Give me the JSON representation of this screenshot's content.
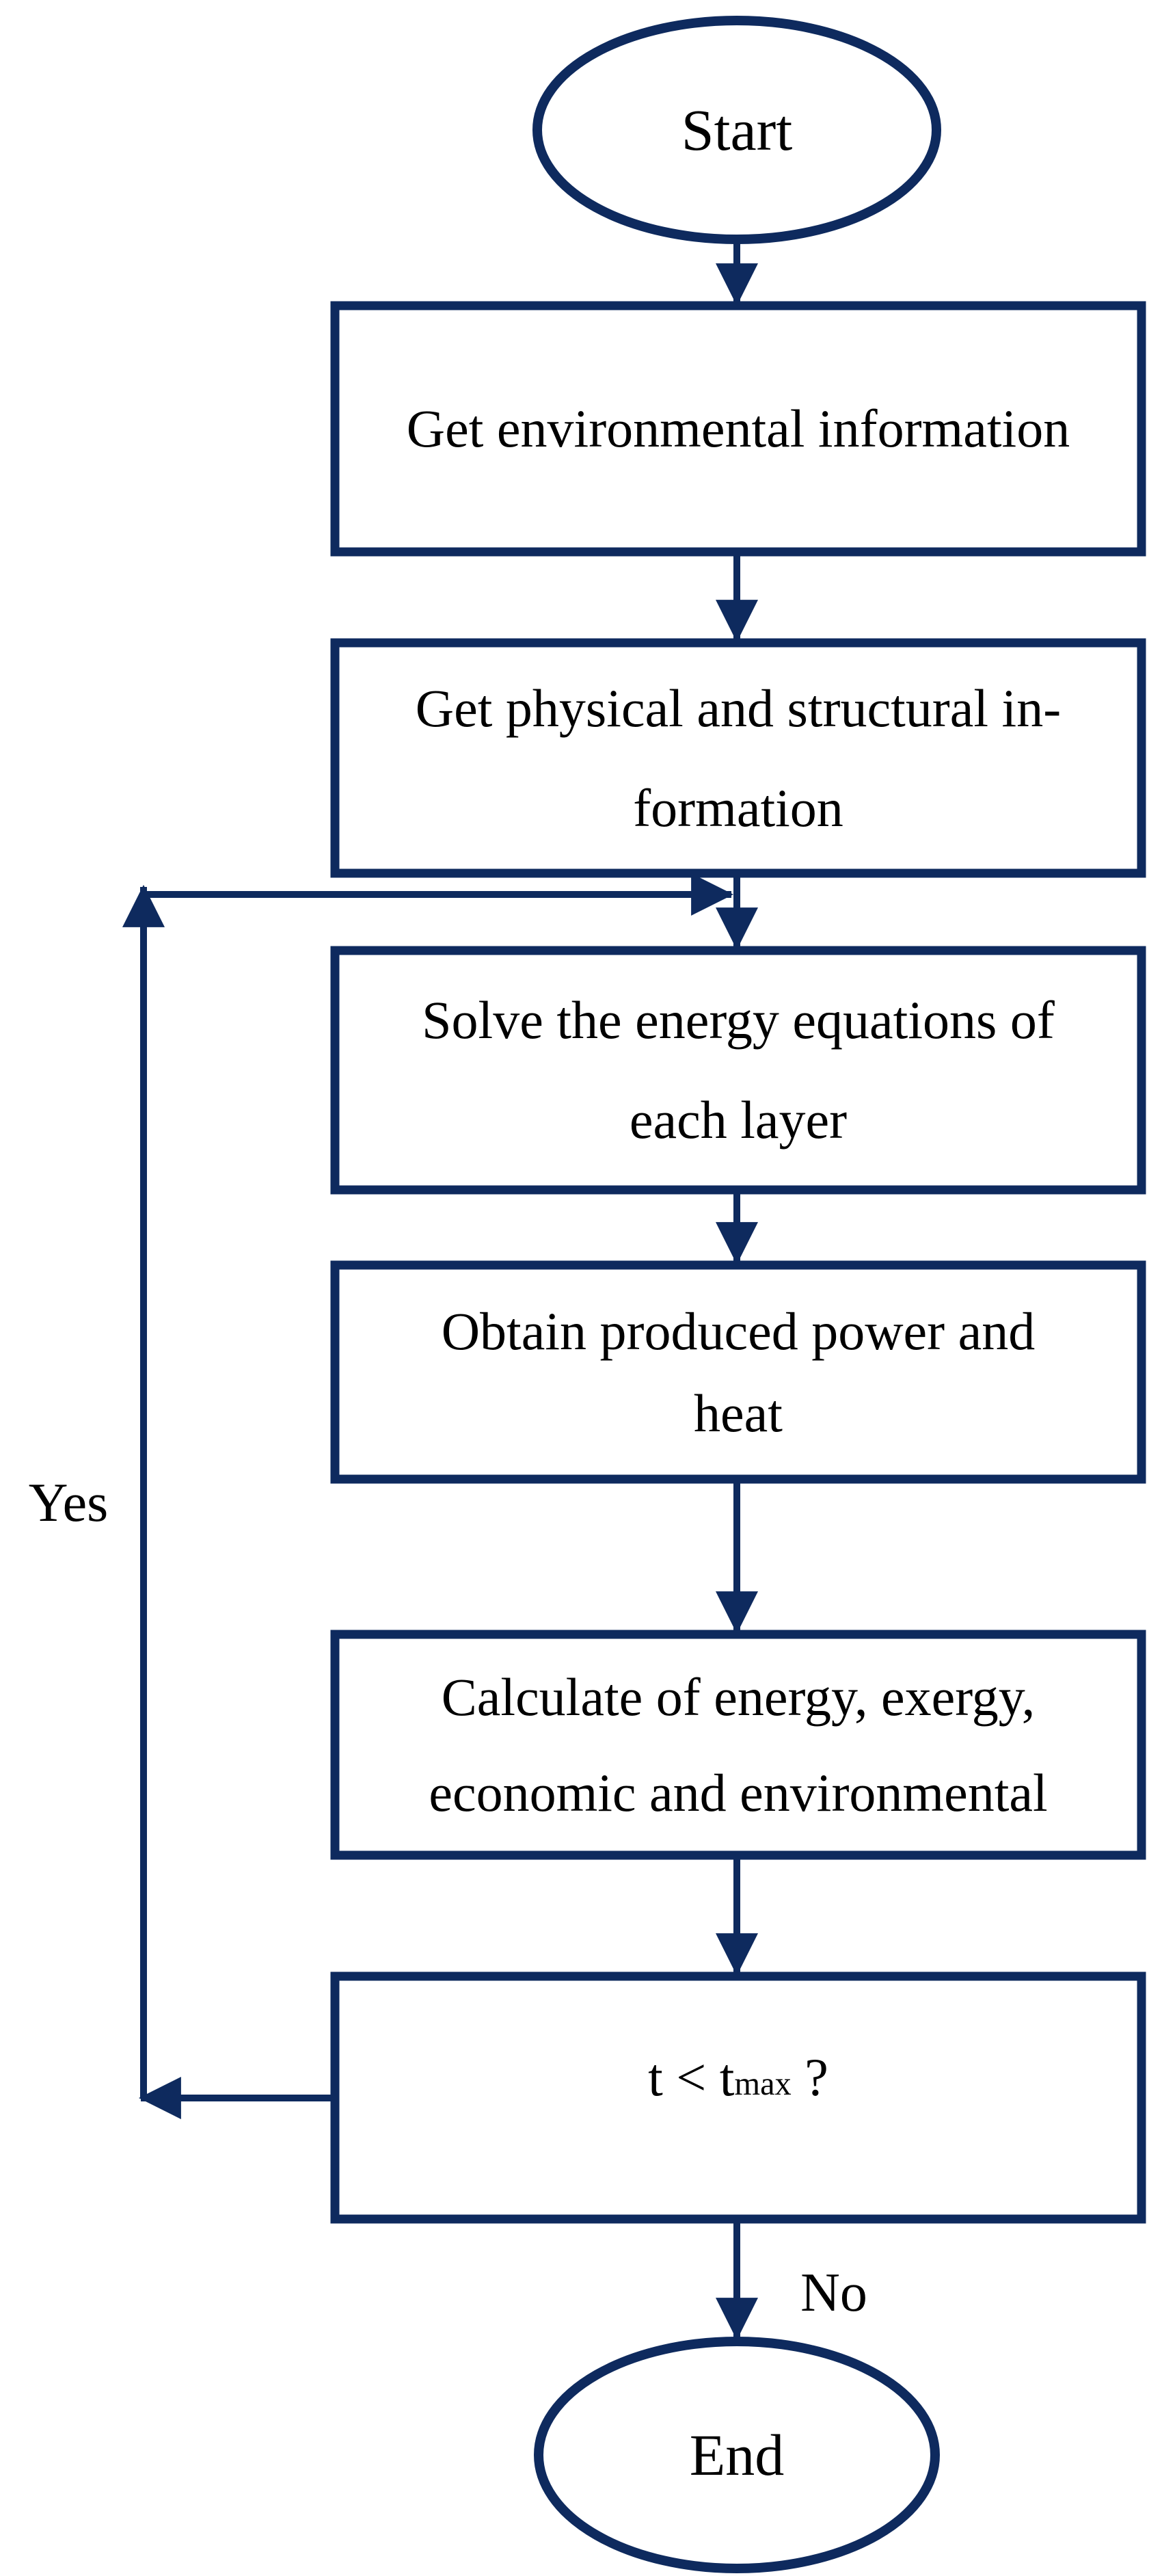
{
  "flowchart": {
    "colors": {
      "stroke": "#0e2a5e",
      "text": "#000000",
      "background": "#ffffff"
    },
    "start": {
      "label": "Start"
    },
    "steps": [
      {
        "lines": [
          "Get environmental information"
        ]
      },
      {
        "lines": [
          "Get physical and structural in-",
          "formation"
        ]
      },
      {
        "lines": [
          "Solve the energy equations of",
          "each layer"
        ]
      },
      {
        "lines": [
          "Obtain produced power and",
          "heat"
        ]
      },
      {
        "lines": [
          "Calculate of energy, exergy,",
          "economic and environmental"
        ]
      }
    ],
    "decision": {
      "pre": "t < t",
      "sub": "max",
      "post": " ?"
    },
    "loop_label": "Yes",
    "exit_label": "No",
    "end": {
      "label": "End"
    }
  }
}
